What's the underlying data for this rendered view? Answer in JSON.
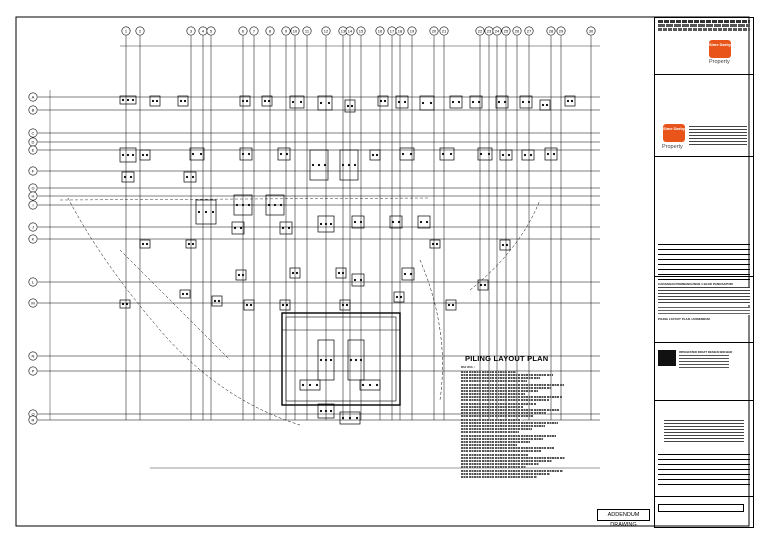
{
  "drawing": {
    "plan_title": "PILING LAYOUT PLAN",
    "addendum_label": "ADDENDUM DRAWING",
    "notes_heading": "NOTES :",
    "col_grid_labels": [
      "1",
      "2",
      "3",
      "4",
      "5",
      "6",
      "7",
      "8",
      "9",
      "10",
      "11",
      "12",
      "13",
      "14",
      "15",
      "16",
      "17",
      "18",
      "19",
      "20",
      "21",
      "22",
      "23",
      "24",
      "25",
      "26",
      "27",
      "28",
      "29",
      "30"
    ],
    "row_grid_labels": [
      "A",
      "B",
      "C",
      "D",
      "E",
      "F",
      "G",
      "H",
      "I",
      "J",
      "K",
      "L",
      "M",
      "N",
      "P",
      "Q",
      "R"
    ]
  },
  "title_block": {
    "logo_text": "Sime Darby",
    "logo_word": "Property",
    "project_name": "CADANGAN PEMBANGUNAN 1 BLOK PANGSAPURI",
    "drawing_title": "PILING LAYOUT PLAN / ADDENDUM",
    "consultant": "INTEGRATED DRAFT DESIGN SDN BHD",
    "addendum_label": "ADDENDUM DRAWING"
  },
  "colors": {
    "ink": "#000000",
    "logo": "#e8541a"
  }
}
